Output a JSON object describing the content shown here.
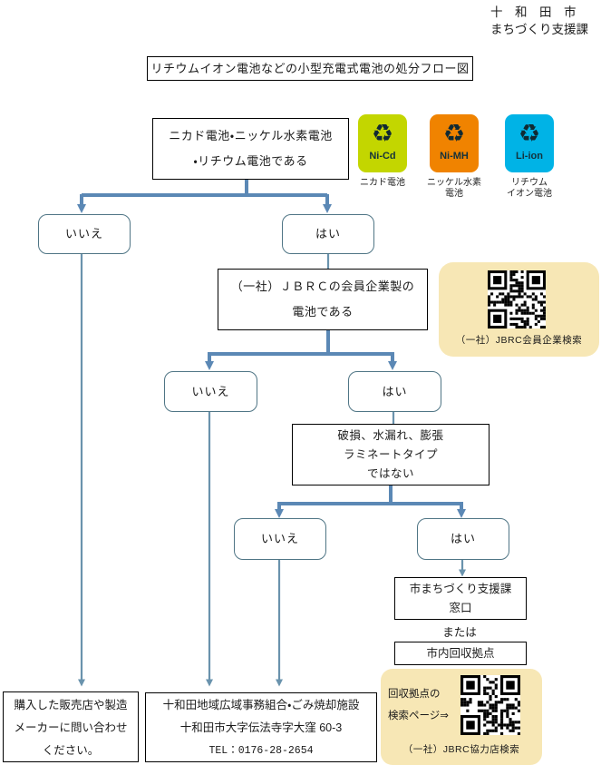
{
  "header": {
    "line1": "十　和　田　市",
    "line2": "まちづくり支援課"
  },
  "title": "リチウムイオン電池などの小型充電式電池の処分フロー図",
  "flow": {
    "q1_line1": "ニカド電池・ニッケル水素電池",
    "q1_line2": "・リチウム電池である",
    "no": "いいえ",
    "yes": "はい",
    "q2_line1": "（一社）ＪＢＲＣの会員企業製の",
    "q2_line2": "電池である",
    "q3_line1": "破損、水漏れ、膨張",
    "q3_line2": "ラミネートタイプ",
    "q3_line3": "ではない",
    "window_line1": "市まちづくり支援課",
    "window_line2": "窓口",
    "or_label": "または",
    "collect_label": "市内回収拠点",
    "store_line1": "購入した販売店や製造",
    "store_line2": "メーカーに問い合わせ",
    "store_line3": "ください。",
    "facility_line1": "十和田地域広域事務組合・ごみ焼却施設",
    "facility_line2": "十和田市大字伝法寺字大窪 60-3",
    "facility_line3": "TEL：0176-28-2654"
  },
  "battery_icons": [
    {
      "code": "Ni-Cd",
      "label_line1": "ニカド電池",
      "label_line2": "",
      "color": "#c3d600"
    },
    {
      "code": "Ni-MH",
      "label_line1": "ニッケル水素",
      "label_line2": "電池",
      "color": "#f08300"
    },
    {
      "code": "Li-ion",
      "label_line1": "リチウム",
      "label_line2": "イオン電池",
      "color": "#00b3e6"
    }
  ],
  "icons": {
    "recycle_glyph": "♻"
  },
  "qr_panels": {
    "member": {
      "caption": "（一社）JBRC会員企業検索",
      "bg": "#f7e7b5"
    },
    "partner": {
      "note_line1": "回収拠点の",
      "note_line2": "検索ページ⇒",
      "caption": "（一社）JBRC協力店検索",
      "bg": "#f7e7b5"
    }
  },
  "colors": {
    "arrow": "#5b88b5",
    "arrow_thin": "#6a93ad",
    "decision_border": "#4f7585"
  }
}
